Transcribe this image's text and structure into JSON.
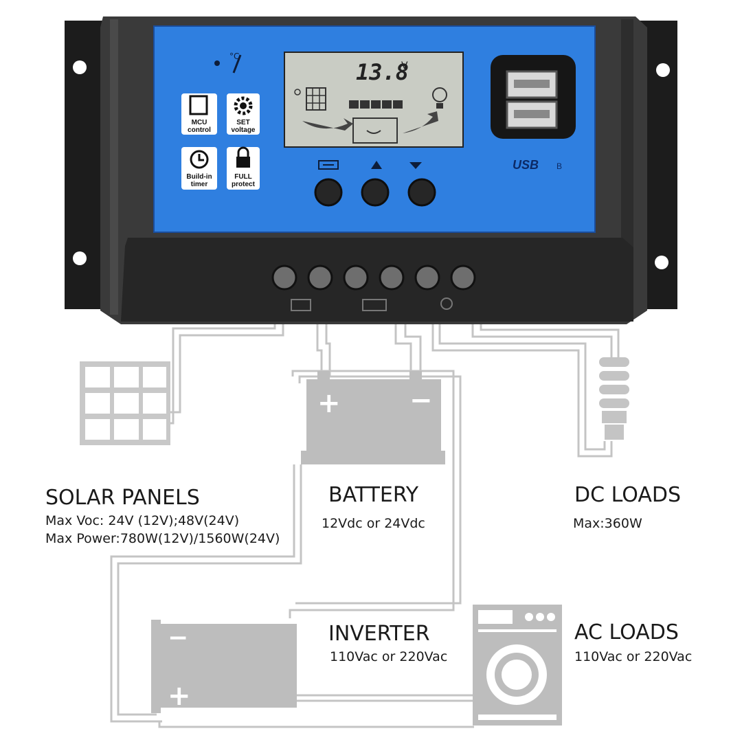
{
  "controller": {
    "display_value": "13.8",
    "display_unit": "V",
    "temp_symbol": "°C",
    "badges": [
      {
        "line1": "MCU",
        "line2": "control"
      },
      {
        "line1": "SET",
        "line2": "voltage"
      },
      {
        "line1": "Build-in",
        "line2": "timer"
      },
      {
        "line1": "FULL",
        "line2": "protect"
      }
    ],
    "usb_label": "USB",
    "usb_sub": "B"
  },
  "solar": {
    "title": "SOLAR PANELS",
    "line1": "Max Voc: 24V (12V);48V(24V)",
    "line2": "Max Power:780W(12V)/1560W(24V)"
  },
  "battery": {
    "title": "BATTERY",
    "line1": "12Vdc or 24Vdc",
    "plus": "+",
    "minus": "−"
  },
  "dc_loads": {
    "title": "DC LOADS",
    "line1": "Max:360W"
  },
  "inverter": {
    "title": "INVERTER",
    "line1": "110Vac or 220Vac",
    "plus": "+",
    "minus": "−"
  },
  "ac_loads": {
    "title": "AC LOADS",
    "line1": "110Vac or 220Vac"
  },
  "colors": {
    "panel_blue": "#2f7fe0",
    "body_dark": "#3a3a3a",
    "lcd": "#c9ccc4",
    "wire": "#c4c4c4",
    "device_gray": "#bdbdbd"
  }
}
